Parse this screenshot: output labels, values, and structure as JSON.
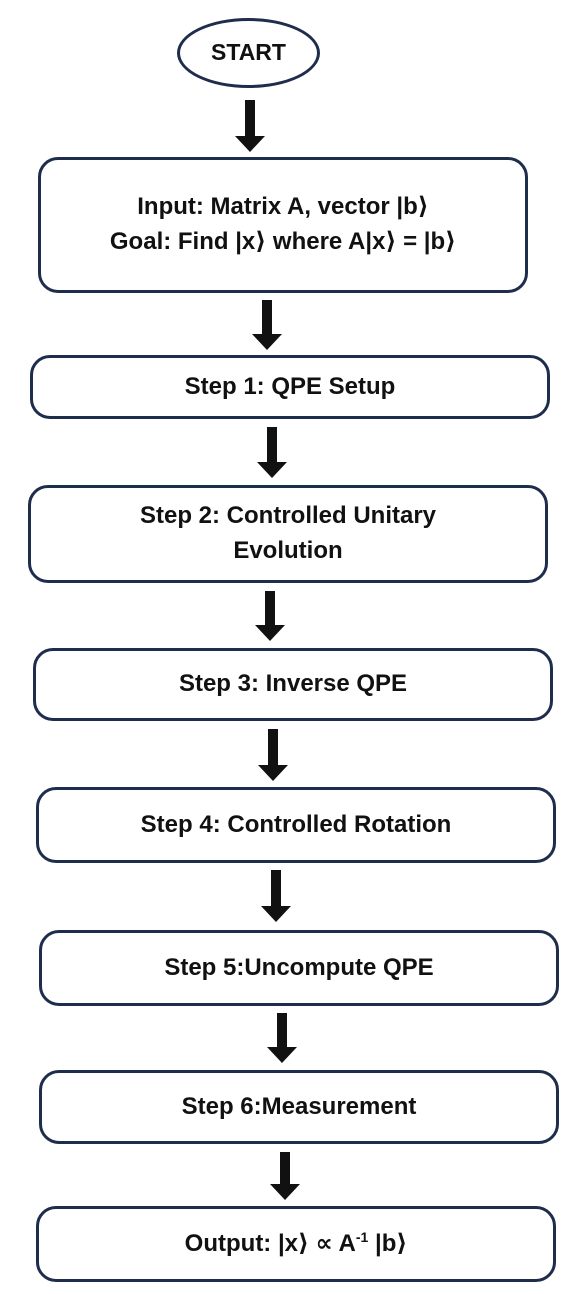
{
  "flowchart": {
    "start": {
      "label": "START"
    },
    "input": {
      "line1": "Input: Matrix A, vector |b⟩",
      "line2": "Goal: Find |x⟩ where A|x⟩ = |b⟩"
    },
    "steps": [
      {
        "lines": [
          "Step 1: QPE Setup"
        ]
      },
      {
        "lines": [
          "Step 2: Controlled Unitary",
          "Evolution"
        ]
      },
      {
        "lines": [
          "Step 3: Inverse QPE"
        ]
      },
      {
        "lines": [
          "Step 4: Controlled Rotation"
        ]
      },
      {
        "lines": [
          "Step 5:Uncompute QPE"
        ]
      },
      {
        "lines": [
          "Step 6:Measurement"
        ]
      }
    ],
    "output": {
      "prefix": "Output: |x⟩ ∝ A",
      "exponent": "-1",
      "suffix": " |b⟩"
    }
  },
  "colors": {
    "border": "#1f2d4d",
    "arrow": "#111111",
    "background": "#ffffff"
  }
}
